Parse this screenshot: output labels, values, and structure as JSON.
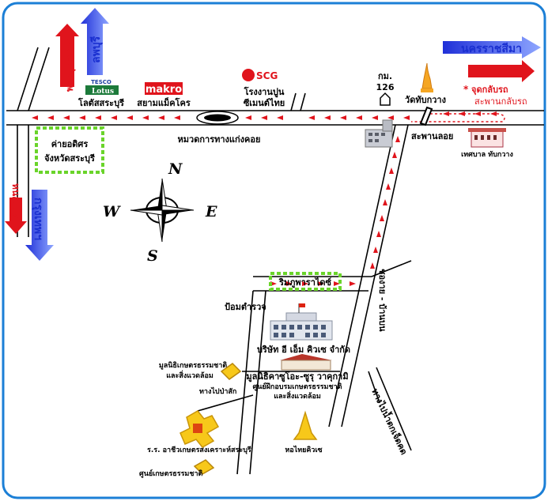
{
  "directions": {
    "nakhon_ratchasima": "นครราชสีมา",
    "lopburi": "ลพบุรี",
    "phra_phutthabat": "พระพุทธบาท",
    "bangkok": "กรุงเทพฯ",
    "nong_khae": "หนองแค",
    "muak_lek": "มวกเหล็ก"
  },
  "uturn": {
    "title": "จุดกลับรถ",
    "subtitle": "สะพานกลับรถ",
    "star": "*"
  },
  "landmarks": {
    "tesco_brand": "TESCO",
    "lotus_brand": "Lotus",
    "lotus_name": "โลตัสสระบุรี",
    "makro_brand": "makro",
    "makro_name": "สยามแม็คโคร",
    "scg_brand": "SCG",
    "scg_name_1": "โรงงานปูน",
    "scg_name_2": "ซีเมนต์ไทย",
    "km_1": "กม.",
    "km_2": "126",
    "temple": "วัดทับกวาง",
    "bridge": "สะพานลอย",
    "municipality": "เทศบาล ทับกวาง",
    "roundabout": "หมวดการทางแก่งคอย",
    "camp_1": "ค่ายอดิศร",
    "camp_2": "จังหวัดสระบุรี",
    "resort": "ริมภูพาราไดซ์",
    "police": "ป้อมตำรวจ",
    "company": "บริษัท อี เอ็ม คิวเซ จำกัด",
    "foundation_center_1": "มูลนิธิคาซูโอะ-ซูรุ วาคุกามิ",
    "foundation_center_2": "ศูนย์ฝึกอบรมเกษตรธรรมชาติ",
    "foundation_center_3": "และสิ่งแวดล้อม",
    "foundation_left_1": "มูลนิธิเกษตรธรรมชาติ",
    "foundation_left_2": "และสิ่งแวดล้อม",
    "to_pasak": "ทางไปป่าสัก",
    "school": "ร.ร. อาชีวเกษตรสงเคราะห์สระบุรี",
    "agri_center": "ศูนย์เกษตรธรรมชาติ",
    "kyusei_tower": "หอไทยคิวเซ",
    "road_vertical": "ชองาย - บ้านบน"
  },
  "road_to_waterfall": "ทางไปน้ำตกเจ็ดคด",
  "compass": {
    "n": "N",
    "e": "E",
    "s": "S",
    "w": "W"
  },
  "colors": {
    "route": "#e0141c",
    "arrow_blue": "#1a2fd0",
    "green": "#6ad42a"
  }
}
